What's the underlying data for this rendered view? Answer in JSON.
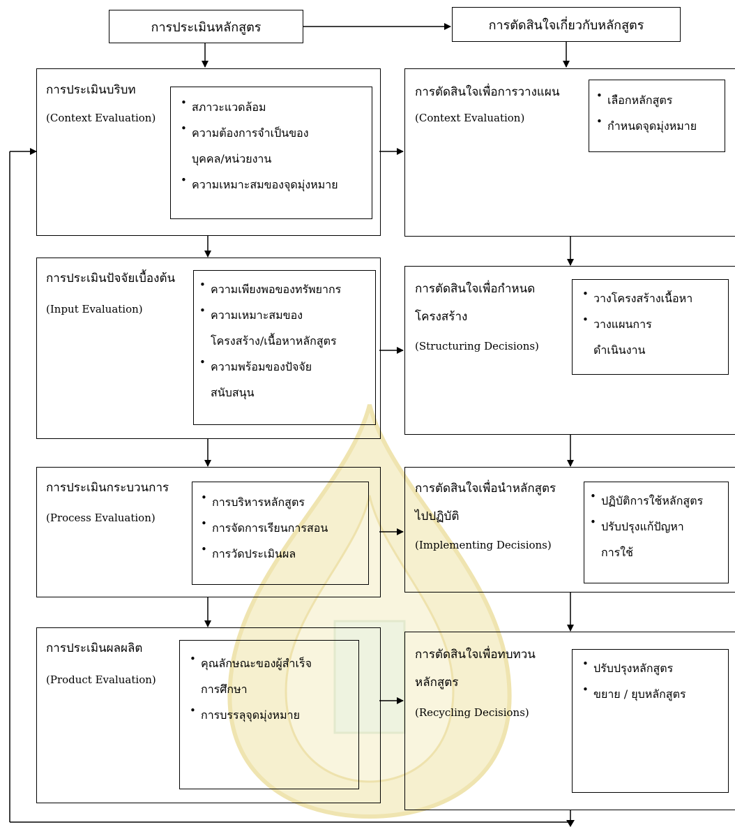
{
  "header": {
    "left": "การประเมินหลักสูตร",
    "right": "การตัดสินใจเกี่ยวกับหลักสูตร"
  },
  "evaluation": [
    {
      "title": "การประเมินบริบท",
      "en": "(Context Evaluation)",
      "items": [
        "สภาวะแวดล้อม",
        "ความต้องการจำเป็นของ",
        "บุคคล/หน่วยงาน",
        "ความเหมาะสมของจุดมุ่งหมาย"
      ]
    },
    {
      "title": "การประเมินปัจจัยเบื้องต้น",
      "en": "(Input Evaluation)",
      "items": [
        "ความเพียงพอของทรัพยากร",
        "ความเหมาะสมของ",
        "โครงสร้าง/เนื้อหาหลักสูตร",
        "ความพร้อมของปัจจัย",
        "สนับสนุน"
      ]
    },
    {
      "title": "การประเมินกระบวนการ",
      "en": "(Process Evaluation)",
      "items": [
        "การบริหารหลักสูตร",
        "การจัดการเรียนการสอน",
        "การวัดประเมินผล"
      ]
    },
    {
      "title": "การประเมินผลผลิต",
      "en": "(Product Evaluation)",
      "items": [
        "คุณลักษณะของผู้สำเร็จ",
        "การศึกษา",
        "การบรรลุจุดมุ่งหมาย"
      ]
    }
  ],
  "decisions": [
    {
      "title": "การตัดสินใจเพื่อการวางแผน",
      "title2": "",
      "en": "(Context Evaluation)",
      "items": [
        "เลือกหลักสูตร",
        "กำหนดจุดมุ่งหมาย"
      ]
    },
    {
      "title": "การตัดสินใจเพื่อกำหนด",
      "title2": "โครงสร้าง",
      "en": "(Structuring Decisions)",
      "items": [
        "วางโครงสร้างเนื้อหา",
        "วางแผนการ",
        "ดำเนินงาน"
      ]
    },
    {
      "title": "การตัดสินใจเพื่อนำหลักสูตร",
      "title2": "ไปปฏิบัติ",
      "en": "(Implementing  Decisions)",
      "items": [
        "ปฏิบัติการใช้หลักสูตร",
        "ปรับปรุงแก้ปัญหา",
        "การใช้"
      ]
    },
    {
      "title": "การตัดสินใจเพื่อทบทวน",
      "title2": "หลักสูตร",
      "en": "(Recycling  Decisions)",
      "items": [
        "ปรับปรุงหลักสูตร",
        "ขยาย / ยุบหลักสูตร"
      ]
    }
  ],
  "colors": {
    "watermark": "#f3ecc4",
    "watermark2": "#e8f0d8"
  }
}
